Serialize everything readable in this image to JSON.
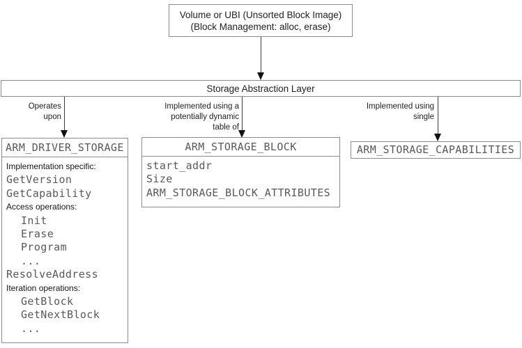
{
  "diagram": {
    "top_box": {
      "line1": "Volume or UBI (Unsorted Block Image)",
      "line2": "(Block Management: alloc, erase)"
    },
    "sal": {
      "title": "Storage Abstraction Layer"
    },
    "edges": [
      {
        "target": "ARM_DRIVER_STORAGE",
        "lines": [
          "Operates",
          "upon"
        ]
      },
      {
        "target": "ARM_STORAGE_BLOCK",
        "lines": [
          "Implemented using a",
          "potentially dynamic",
          "table of"
        ]
      },
      {
        "target": "ARM_STORAGE_CAPABILITIES",
        "lines": [
          "Implemented using",
          "single"
        ]
      }
    ],
    "driver": {
      "title": "ARM_DRIVER_STORAGE",
      "rows": [
        {
          "text": "Implementation specific:",
          "style": "label"
        },
        {
          "text": "GetVersion",
          "style": "code"
        },
        {
          "text": "GetCapability",
          "style": "code"
        },
        {
          "text": "Access operations:",
          "style": "label"
        },
        {
          "text": "Init",
          "style": "code-indent"
        },
        {
          "text": "Erase",
          "style": "code-indent"
        },
        {
          "text": "Program",
          "style": "code-indent"
        },
        {
          "text": "...",
          "style": "code-indent"
        },
        {
          "text": "ResolveAddress",
          "style": "code"
        },
        {
          "text": "Iteration operations:",
          "style": "label"
        },
        {
          "text": "GetBlock",
          "style": "code-indent"
        },
        {
          "text": "GetNextBlock",
          "style": "code-indent"
        },
        {
          "text": "...",
          "style": "code-indent"
        }
      ]
    },
    "block": {
      "title": "ARM_STORAGE_BLOCK",
      "rows": [
        {
          "text": "start_addr"
        },
        {
          "text": "Size"
        },
        {
          "text": "ARM_STORAGE_BLOCK_ATTRIBUTES"
        }
      ]
    },
    "caps": {
      "title": "ARM_STORAGE_CAPABILITIES"
    },
    "colors": {
      "box_border": "#8c8c8c",
      "code_text": "#595959",
      "label_text": "#1f1f1f",
      "connector": "#3d3d3d",
      "background": "#ffffff"
    }
  }
}
